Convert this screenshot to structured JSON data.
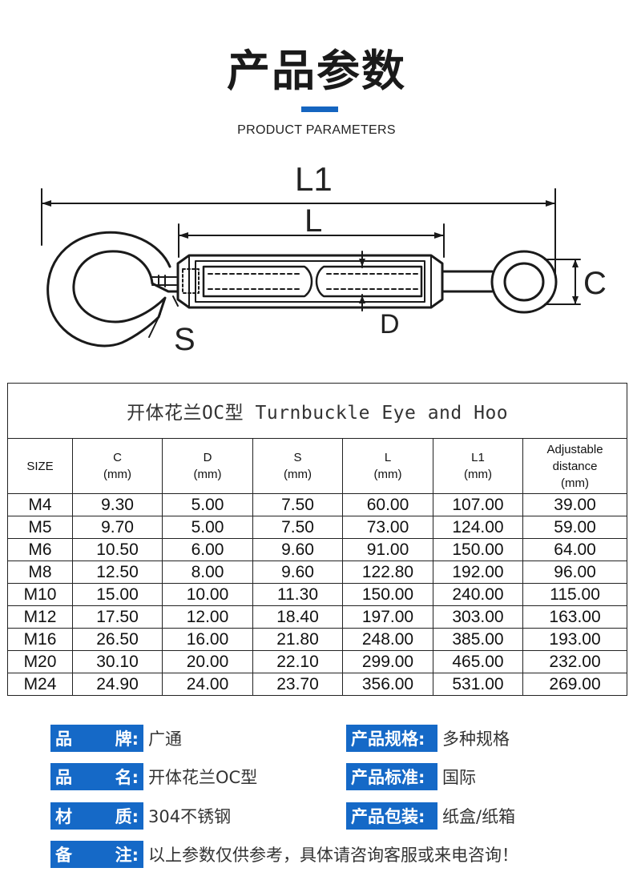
{
  "header": {
    "title": "产品参数",
    "subtitle": "PRODUCT PARAMETERS"
  },
  "diagram": {
    "labels": {
      "l1": "L1",
      "l": "L",
      "c": "C",
      "d": "D",
      "s": "S"
    }
  },
  "table": {
    "caption": "开体花兰OC型 Turnbuckle Eye and Hoo",
    "headers": [
      [
        "SIZE"
      ],
      [
        "C",
        "(mm)"
      ],
      [
        "D",
        "(mm)"
      ],
      [
        "S",
        "(mm)"
      ],
      [
        "L",
        "(mm)"
      ],
      [
        "L1",
        "(mm)"
      ],
      [
        "Adjustable",
        "distance",
        "(mm)"
      ]
    ],
    "rows": [
      [
        "M4",
        "9.30",
        "5.00",
        "7.50",
        "60.00",
        "107.00",
        "39.00"
      ],
      [
        "M5",
        "9.70",
        "5.00",
        "7.50",
        "73.00",
        "124.00",
        "59.00"
      ],
      [
        "M6",
        "10.50",
        "6.00",
        "9.60",
        "91.00",
        "150.00",
        "64.00"
      ],
      [
        "M8",
        "12.50",
        "8.00",
        "9.60",
        "122.80",
        "192.00",
        "96.00"
      ],
      [
        "M10",
        "15.00",
        "10.00",
        "11.30",
        "150.00",
        "240.00",
        "115.00"
      ],
      [
        "M12",
        "17.50",
        "12.00",
        "18.40",
        "197.00",
        "303.00",
        "163.00"
      ],
      [
        "M16",
        "26.50",
        "16.00",
        "21.80",
        "248.00",
        "385.00",
        "193.00"
      ],
      [
        "M20",
        "30.10",
        "20.00",
        "22.10",
        "299.00",
        "465.00",
        "232.00"
      ],
      [
        "M24",
        "24.90",
        "24.00",
        "23.70",
        "356.00",
        "531.00",
        "269.00"
      ]
    ]
  },
  "info": {
    "brand": {
      "k1": "品",
      "k2": "牌:",
      "value": "广通"
    },
    "spec": {
      "key": "产品规格:",
      "value": "多种规格"
    },
    "name": {
      "k1": "品",
      "k2": "名:",
      "value": "开体花兰OC型"
    },
    "standard": {
      "key": "产品标准:",
      "value": "国际"
    },
    "material": {
      "k1": "材",
      "k2": "质:",
      "value": "304不锈钢"
    },
    "packaging": {
      "key": "产品包装:",
      "value": "纸盒/纸箱"
    },
    "note": {
      "k1": "备",
      "k2": "注:",
      "value": "以上参数仅供参考，具体请咨询客服或来电咨询！"
    }
  },
  "colors": {
    "accent": "#1565c0",
    "key_bg": "#1569c7"
  }
}
